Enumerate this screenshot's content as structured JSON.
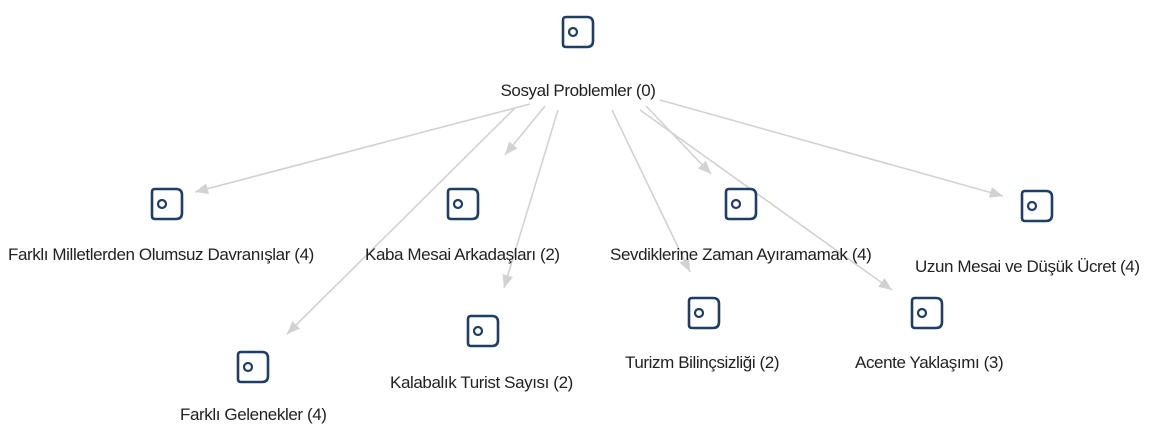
{
  "colors": {
    "icon_stroke": "#1f3e66",
    "edge": "#d2d2d2",
    "label": "#222222",
    "background": "#ffffff"
  },
  "root": {
    "id": "sosyal-problemler",
    "label": "Sosyal Problemler (0)",
    "icon": "code-document-icon"
  },
  "nodes": [
    {
      "id": "farkli-milletlerden",
      "label": "Farklı Milletlerden Olumsuz Davranışlar (4)",
      "icon": "code-document-icon"
    },
    {
      "id": "kaba-mesai",
      "label": "Kaba Mesai Arkadaşları (2)",
      "icon": "code-document-icon"
    },
    {
      "id": "sevdiklerine-zaman",
      "label": "Sevdiklerine Zaman Ayıramamak (4)",
      "icon": "code-document-icon"
    },
    {
      "id": "uzun-mesai",
      "label": "Uzun Mesai ve Düşük Ücret (4)",
      "icon": "code-document-icon"
    },
    {
      "id": "farkli-gelenekler",
      "label": "Farklı Gelenekler (4)",
      "icon": "code-document-icon"
    },
    {
      "id": "kalabalik-turist",
      "label": "Kalabalık Turist Sayısı (2)",
      "icon": "code-document-icon"
    },
    {
      "id": "turizm-bilincsizligi",
      "label": "Turizm Bilinçsizliği (2)",
      "icon": "code-document-icon"
    },
    {
      "id": "acente-yaklasimi",
      "label": "Acente Yaklaşımı (3)",
      "icon": "code-document-icon"
    }
  ],
  "edges": [
    {
      "from": "sosyal-problemler",
      "to": "farkli-milletlerden"
    },
    {
      "from": "sosyal-problemler",
      "to": "kaba-mesai"
    },
    {
      "from": "sosyal-problemler",
      "to": "sevdiklerine-zaman"
    },
    {
      "from": "sosyal-problemler",
      "to": "uzun-mesai"
    },
    {
      "from": "sosyal-problemler",
      "to": "farkli-gelenekler"
    },
    {
      "from": "sosyal-problemler",
      "to": "kalabalik-turist"
    },
    {
      "from": "sosyal-problemler",
      "to": "turizm-bilincsizligi"
    },
    {
      "from": "sosyal-problemler",
      "to": "acente-yaklasimi"
    }
  ]
}
